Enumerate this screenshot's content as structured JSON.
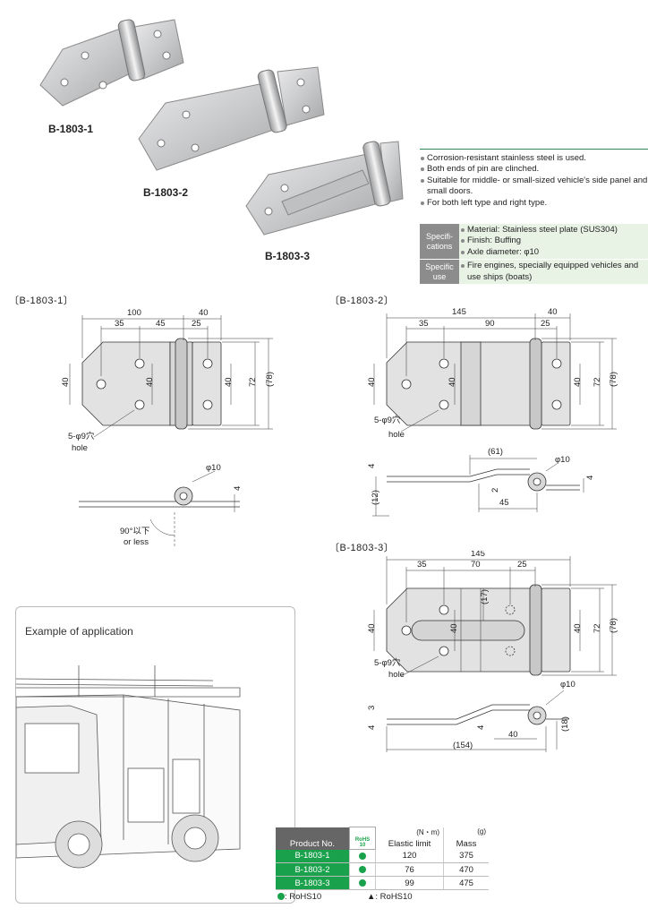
{
  "products": {
    "p1": "B-1803-1",
    "p2": "B-1803-2",
    "p3": "B-1803-3"
  },
  "features": [
    "Corrosion-resistant stainless steel is used.",
    "Both ends of pin are clinched.",
    "Suitable for middle- or small-sized vehicle's side panel and small doors.",
    "For both left type and right type."
  ],
  "spec": {
    "specifications_header": "Specifi-cations",
    "material": "Material: Stainless steel plate (SUS304)",
    "finish": "Finish: Buffing",
    "axle": "Axle diameter: φ10",
    "use_header": "Specific use",
    "use": "Fire engines, specially equipped vehicles and use ships (boats)"
  },
  "drawings": {
    "d1": {
      "title": "〔B-1803-1〕",
      "dim_100": "100",
      "dim_40": "40",
      "dim_35": "35",
      "dim_45": "45",
      "dim_25": "25",
      "dim_h40a": "40",
      "dim_h40b": "40",
      "dim_h40c": "40",
      "dim_72": "72",
      "dim_78": "(78)",
      "hole": "5-φ9穴",
      "hole_en": "hole",
      "phi10": "φ10",
      "t4": "4",
      "angle": "90°以下",
      "angle_en": "or less"
    },
    "d2": {
      "title": "〔B-1803-2〕",
      "dim_145": "145",
      "dim_40": "40",
      "dim_35": "35",
      "dim_90": "90",
      "dim_25": "25",
      "dim_h40a": "40",
      "dim_h40b": "40",
      "dim_h40c": "40",
      "dim_72": "72",
      "dim_78": "(78)",
      "hole": "5-φ9穴",
      "hole_en": "hole",
      "dim_61": "(61)",
      "phi10": "φ10",
      "t4a": "4",
      "t4b": "4",
      "dim_2": "2",
      "dim_45": "45",
      "dim_12": "(12)"
    },
    "d3": {
      "title": "〔B-1803-3〕",
      "dim_145": "145",
      "dim_35": "35",
      "dim_70": "70",
      "dim_25": "25",
      "dim_17": "(17)",
      "dim_h40a": "40",
      "dim_h40b": "40",
      "dim_h40c": "40",
      "dim_72": "72",
      "dim_78": "(78)",
      "hole": "5-φ9穴",
      "hole_en": "hole",
      "phi10": "φ10",
      "t3": "3",
      "t4a": "4",
      "t4b": "4",
      "dim_40": "40",
      "dim_154": "(154)",
      "dim_18": "(18)"
    }
  },
  "application": {
    "title": "Example of application"
  },
  "table": {
    "headers": {
      "product": "Product No.",
      "rohs": "RoHS 10",
      "elastic": "Elastic limit",
      "elastic_unit": "(N・m)",
      "mass": "Mass",
      "mass_unit": "(g)"
    },
    "rows": [
      {
        "product": "B-1803-1",
        "elastic": "120",
        "mass": "375"
      },
      {
        "product": "B-1803-2",
        "elastic": "76",
        "mass": "470"
      },
      {
        "product": "B-1803-3",
        "elastic": "99",
        "mass": "475"
      }
    ],
    "legend_circle": ": RoHS10",
    "legend_triangle": "▲: RoHS10"
  },
  "colors": {
    "accent_green": "#1aa14b",
    "spec_bg": "#e8f3e6",
    "header_gray": "#8c8c8c"
  }
}
